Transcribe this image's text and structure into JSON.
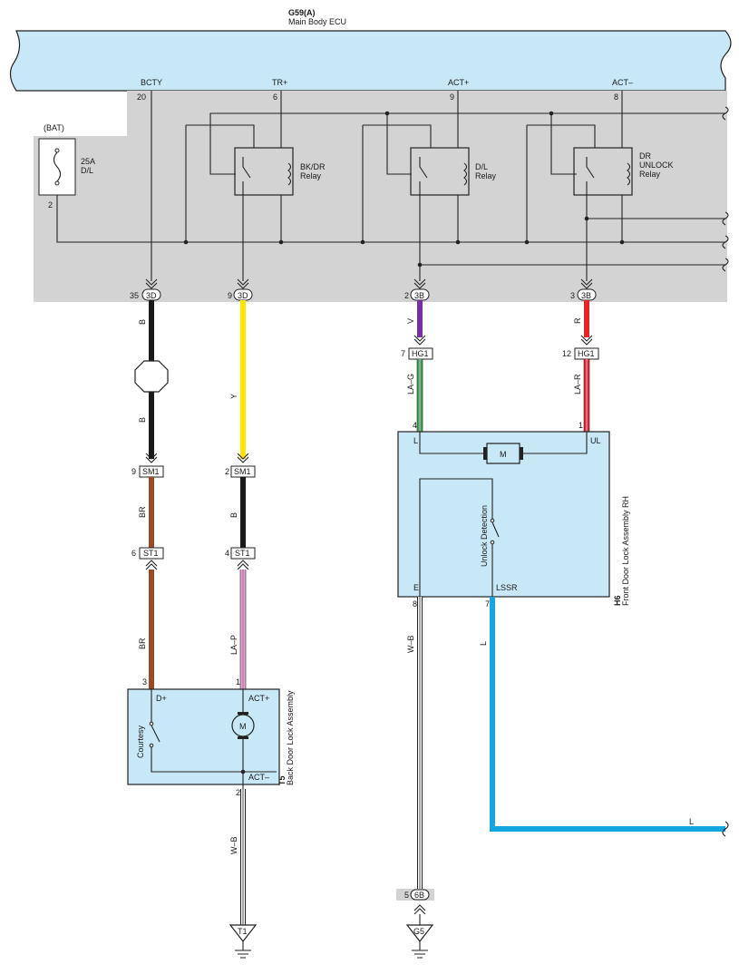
{
  "ecu": {
    "id": "G59(A)",
    "name": "Main Body ECU",
    "pins": [
      {
        "label": "BCTY",
        "num": "20"
      },
      {
        "label": "TR+",
        "num": "6"
      },
      {
        "label": "ACT+",
        "num": "9"
      },
      {
        "label": "ACT–",
        "num": "8"
      }
    ]
  },
  "fuse": {
    "tag": "(BAT)",
    "rating": "25A",
    "name": "D/L",
    "pin": "2"
  },
  "relays": [
    {
      "line1": "BK/DR",
      "line2": "Relay",
      "line3": ""
    },
    {
      "line1": "D/L",
      "line2": "Relay",
      "line3": ""
    },
    {
      "line1": "DR",
      "line2": "UNLOCK",
      "line3": "Relay"
    }
  ],
  "ecu_connectors": [
    {
      "pin": "35",
      "code": "3D"
    },
    {
      "pin": "9",
      "code": "3D"
    },
    {
      "pin": "2",
      "code": "3B"
    },
    {
      "pin": "3",
      "code": "3B"
    }
  ],
  "wires": {
    "bcty_upper": "B",
    "bcty_mid": "B",
    "bcty_lower": "BR",
    "bcty_bottom": "BR",
    "tr_upper": "Y",
    "tr_mid": "B",
    "tr_bottom": "LA–P",
    "act_plus": "V",
    "act_plus_lower": "LA–G",
    "act_minus": "R",
    "act_minus_lower": "LA–R",
    "h6_ground": "W–B",
    "h6_lssr": "L",
    "h6_lssr_end": "L",
    "t5_ground": "W–B"
  },
  "junctions": {
    "hg1_left": {
      "pin": "7",
      "code": "HG1"
    },
    "hg1_right": {
      "pin": "12",
      "code": "HG1"
    },
    "sm1_left": {
      "pin": "9",
      "code": "SM1"
    },
    "sm1_right": {
      "pin": "2",
      "code": "SM1"
    },
    "st1_left": {
      "pin": "6",
      "code": "ST1"
    },
    "st1_right": {
      "pin": "4",
      "code": "ST1"
    },
    "g_6b": {
      "pin": "5",
      "code": "6B"
    }
  },
  "h6": {
    "id": "H6",
    "name": "Front Door Lock Assembly RH",
    "pin_l_num": "4",
    "pin_l": "L",
    "pin_ul_num": "1",
    "pin_ul": "UL",
    "pin_e": "E",
    "pin_e_num": "8",
    "pin_lssr": "LSSR",
    "pin_lssr_num": "7",
    "motor": "M",
    "switch": "Unlock Detection"
  },
  "t5": {
    "id": "T5",
    "name": "Back Door Lock Assembly",
    "pin_d_num": "3",
    "pin_d": "D+",
    "pin_act_num": "1",
    "pin_act": "ACT+",
    "pin_actm": "ACT–",
    "pin_actm_num": "2",
    "motor": "M",
    "switch": "Courtesy"
  },
  "grounds": [
    {
      "code": "T1"
    },
    {
      "code": "G5"
    }
  ],
  "colors": {
    "B": "#1a1a1a",
    "BR": "#9b4a26",
    "Y": "#ffe600",
    "V": "#7a2fa0",
    "R": "#e8242b",
    "L": "#14a6e0",
    "P": "#e7a3cf",
    "G": "#3aa84a",
    "W": "#ffffff",
    "panel": "#d3d3d3",
    "ecu": "#c9e8f7"
  }
}
